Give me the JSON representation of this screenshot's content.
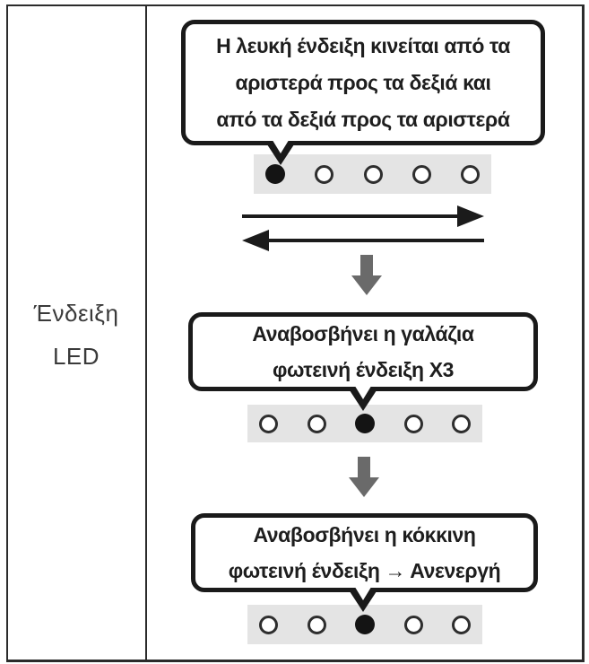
{
  "left_column": {
    "label_line1": "Ένδειξη",
    "label_line2": "LED"
  },
  "steps": [
    {
      "bubble_lines": [
        "Η λευκή ένδειξη κινείται από τα",
        "αριστερά προς τα δεξιά και",
        "από τα δεξιά προς τα αριστερά"
      ],
      "leds": [
        "on",
        "off",
        "off",
        "off",
        "off"
      ]
    },
    {
      "bubble_lines": [
        "Αναβοσβήνει η γαλάζια",
        "φωτεινή ένδειξη X3"
      ],
      "leds": [
        "off",
        "off",
        "on",
        "off",
        "off"
      ]
    },
    {
      "bubble_lines": [
        "Αναβοσβήνει η κόκκινη",
        "φωτεινή ένδειξη → Ανενεργή"
      ],
      "leds": [
        "off",
        "off",
        "on",
        "off",
        "off"
      ]
    }
  ],
  "colors": {
    "bubble_border": "#1a1a1a",
    "bubble_text": "#1e1e1e",
    "strip_background": "#e4e4e4",
    "led_on": "#141414",
    "led_off_ring": "#2e2e2e",
    "horizontal_arrow": "#1b1b1b",
    "down_arrow": "#6a6a6a",
    "table_border": "#2b2b2b",
    "label_text": "#3a3a3a"
  }
}
